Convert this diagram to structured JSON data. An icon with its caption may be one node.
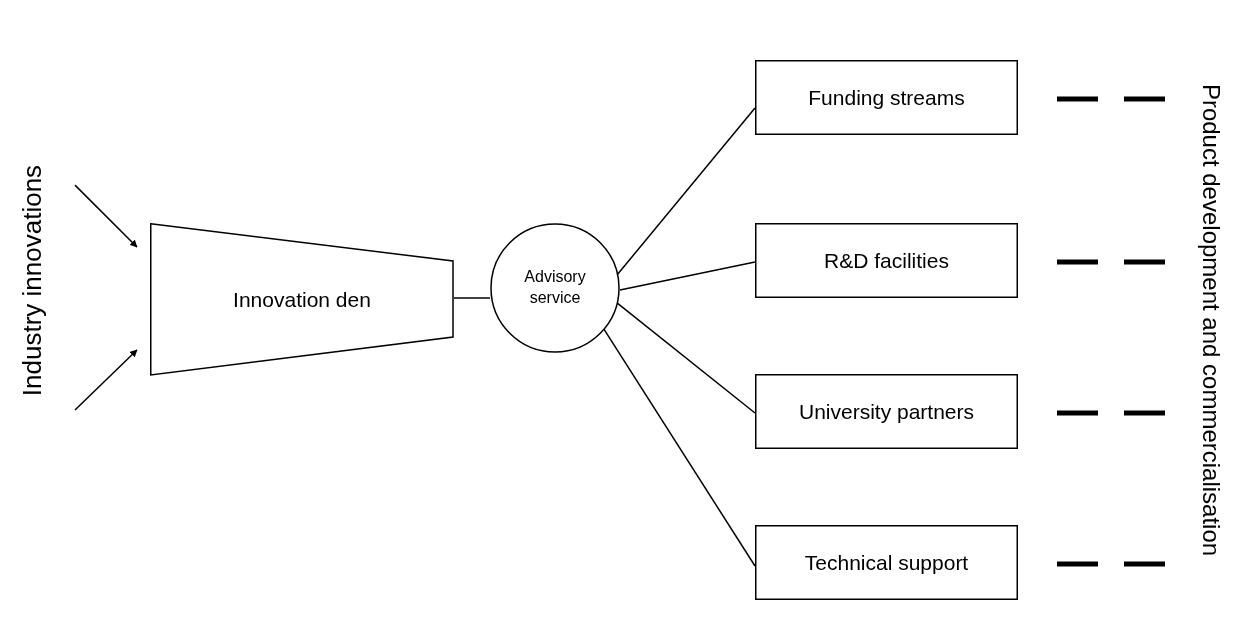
{
  "diagram": {
    "nodes": [
      {
        "text": [
          "Industry innovations"
        ]
      },
      {
        "text": [
          "Innovation den"
        ]
      },
      {
        "text": [
          "Advisory service"
        ]
      },
      {
        "text": [
          "Funding streams"
        ]
      },
      {
        "text": [
          "R&D facilities"
        ]
      },
      {
        "text": [
          "University partners"
        ]
      },
      {
        "text": [
          "Technical support"
        ]
      },
      {
        "text": [
          "Product development and commercialisation"
        ]
      }
    ],
    "edges": [
      {
        "from": 0,
        "to": 1,
        "arrow": "to"
      },
      {
        "from": 0,
        "to": 1,
        "arrow": "to"
      },
      {
        "from": 1,
        "to": 2,
        "arrow": "none"
      },
      {
        "from": 2,
        "to": 3,
        "arrow": "none"
      },
      {
        "from": 2,
        "to": 4,
        "arrow": "none"
      },
      {
        "from": 2,
        "to": 5,
        "arrow": "none"
      },
      {
        "from": 2,
        "to": 6,
        "arrow": "none"
      },
      {
        "from": 3,
        "to": 7,
        "arrow": "none",
        "style": "dashed"
      },
      {
        "from": 4,
        "to": 7,
        "arrow": "none",
        "style": "dashed"
      },
      {
        "from": 5,
        "to": 7,
        "arrow": "none",
        "style": "dashed"
      },
      {
        "from": 6,
        "to": 7,
        "arrow": "none",
        "style": "dashed"
      }
    ]
  }
}
